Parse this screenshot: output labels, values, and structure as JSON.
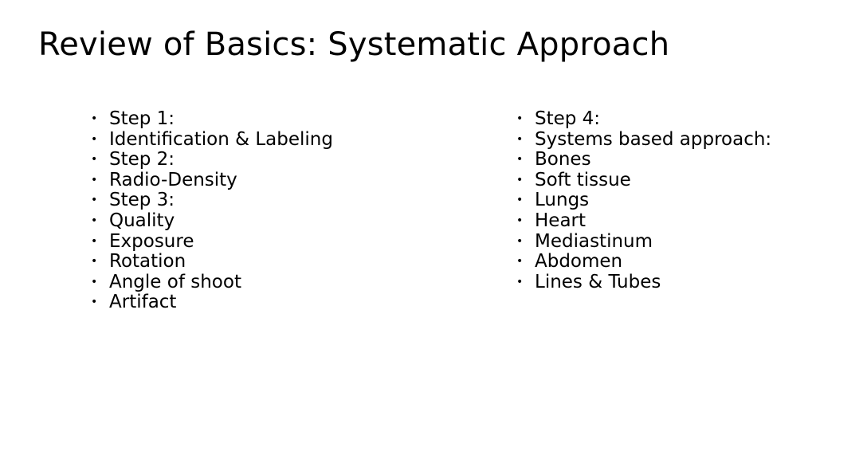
{
  "slide": {
    "title": "Review of Basics: Systematic Approach",
    "bullet_glyph": "•",
    "left_items": [
      "Step 1:",
      "Identification & Labeling",
      "Step 2:",
      "Radio-Density",
      "Step 3:",
      "Quality",
      "Exposure",
      "Rotation",
      "Angle of shoot",
      "Artifact"
    ],
    "right_items": [
      "Step 4:",
      "Systems based approach:",
      "Bones",
      "Soft tissue",
      "Lungs",
      "Heart",
      "Mediastinum",
      "Abdomen",
      "Lines & Tubes"
    ]
  }
}
